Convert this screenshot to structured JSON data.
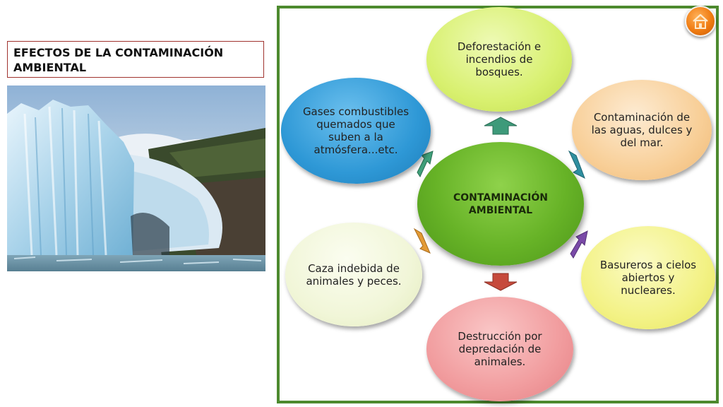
{
  "title": "EFECTOS DE LA CONTAMINACIÓN AMBIENTAL",
  "diagram": {
    "center": "CONTAMINACIÓN AMBIENTAL",
    "nodes": {
      "top": "Deforestación e incendios de bosques.",
      "top_right": "Contaminación de las aguas, dulces y del mar.",
      "bottom_right": "Basureros a cielos abiertos y nucleares.",
      "bottom": "Destrucción por depredación de animales.",
      "bottom_left": "Caza indebida de animales y peces.",
      "top_left": "Gases combustibles quemados que suben a la atmósfera...etc."
    }
  },
  "colors": {
    "frame": "#4d8a2e",
    "title_border": "#a0332e",
    "home_button": "#f07c12"
  },
  "icons": {
    "home": "home-icon"
  }
}
